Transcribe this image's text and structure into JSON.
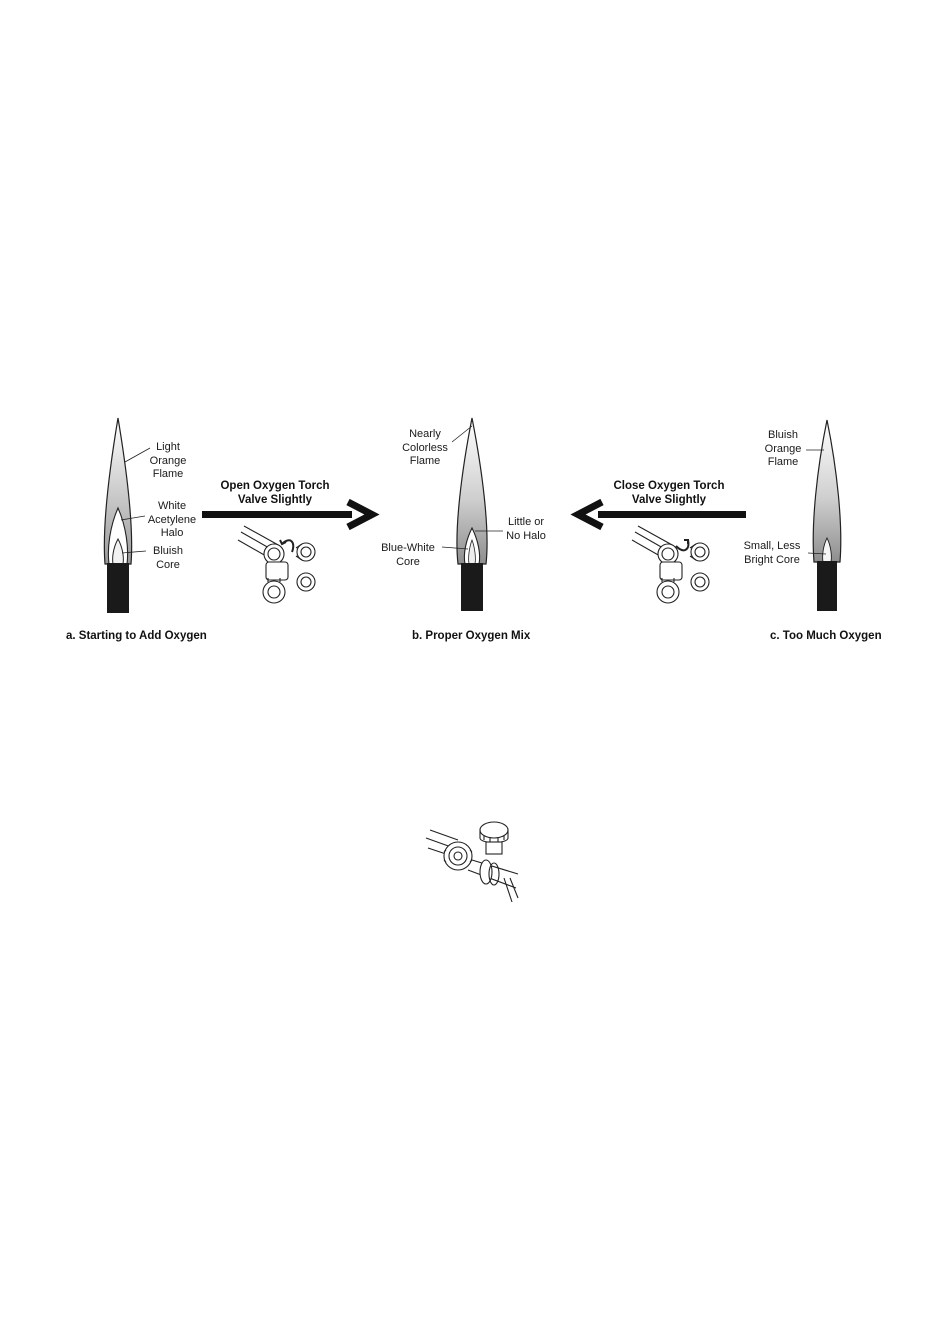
{
  "panels": {
    "a": {
      "caption": "a. Starting to Add Oxygen",
      "labels": {
        "flame": "Light\nOrange\nFlame",
        "halo": "White\nAcetylene\nHalo",
        "core": "Bluish\nCore"
      }
    },
    "b": {
      "caption": "b. Proper Oxygen Mix",
      "labels": {
        "flame": "Nearly\nColorless\nFlame",
        "halo": "Little or\nNo Halo",
        "core": "Blue-White\nCore"
      }
    },
    "c": {
      "caption": "c. Too Much Oxygen",
      "labels": {
        "flame": "Bluish\nOrange\nFlame",
        "core": "Small, Less\nBright Core"
      }
    }
  },
  "arrows": {
    "open": "Open Oxygen Torch\nValve Slightly",
    "close": "Close Oxygen Torch\nValve Slightly"
  }
}
